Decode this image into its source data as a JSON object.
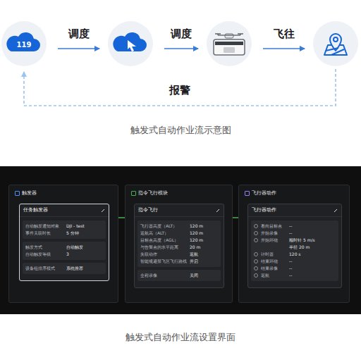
{
  "diagram": {
    "nodes": [
      {
        "text": [
          "119"
        ]
      },
      {
        "text": []
      },
      {
        "text": []
      },
      {
        "text": []
      },
      {
        "text": [
          "触发器"
        ]
      },
      {
        "text": [
          "任务触发器"
        ],
        "in": 4
      },
      {
        "text": [
          "自动触发通知对象",
          "DJI - test",
          "事件关联时长",
          "5 分钟"
        ],
        "in": 5
      },
      {
        "text": [
          "触发方式",
          "自动触发",
          "自动触发等级",
          "3"
        ],
        "in": 5
      },
      {
        "text": [
          "设备组排序模式",
          "系统推荐"
        ],
        "in": 5
      },
      {
        "text": [
          "指令飞行模块"
        ]
      },
      {
        "text": [
          "指令飞行"
        ],
        "in": 9
      },
      {
        "text": [
          "飞行器高度（ALT）",
          "120 m",
          "返航高（ALT）",
          "120 m",
          "目标点高度（AGL）",
          "120 m",
          "与告警点的水平距离",
          "20 m",
          "失联动作",
          "返航",
          "智能规避禁飞区飞行路线",
          "开启"
        ],
        "in": 10
      },
      {
        "text": [
          "全程录像",
          "关闭"
        ],
        "in": 10
      },
      {
        "text": [
          "飞行器动作"
        ]
      },
      {
        "text": [
          "飞行器动作"
        ],
        "in": 13
      },
      {
        "text": [
          "看向目标点",
          "--",
          "开始录像",
          "--",
          "开始环绕",
          "顺时针 5 m/s 半径 20 m",
          "计时器",
          "120 s",
          "结束环绕",
          "--",
          "结束录像",
          "--",
          "返航",
          "--"
        ],
        "in": 14
      }
    ],
    "edges": [
      {
        "from": 0,
        "to": 1,
        "label": "调度",
        "arrow": "to"
      },
      {
        "from": 1,
        "to": 2,
        "label": "调度",
        "arrow": "to"
      },
      {
        "from": 2,
        "to": 3,
        "label": "飞往",
        "arrow": "to"
      },
      {
        "from": 3,
        "to": 0,
        "label": "报警",
        "arrow": "to"
      },
      {
        "from": 5,
        "to": 10,
        "arrow": "none"
      },
      {
        "from": 10,
        "to": 14,
        "arrow": "none"
      }
    ],
    "labels": [
      "触发式自动作业流示意图",
      "触发式自动作业流设置界面"
    ]
  }
}
